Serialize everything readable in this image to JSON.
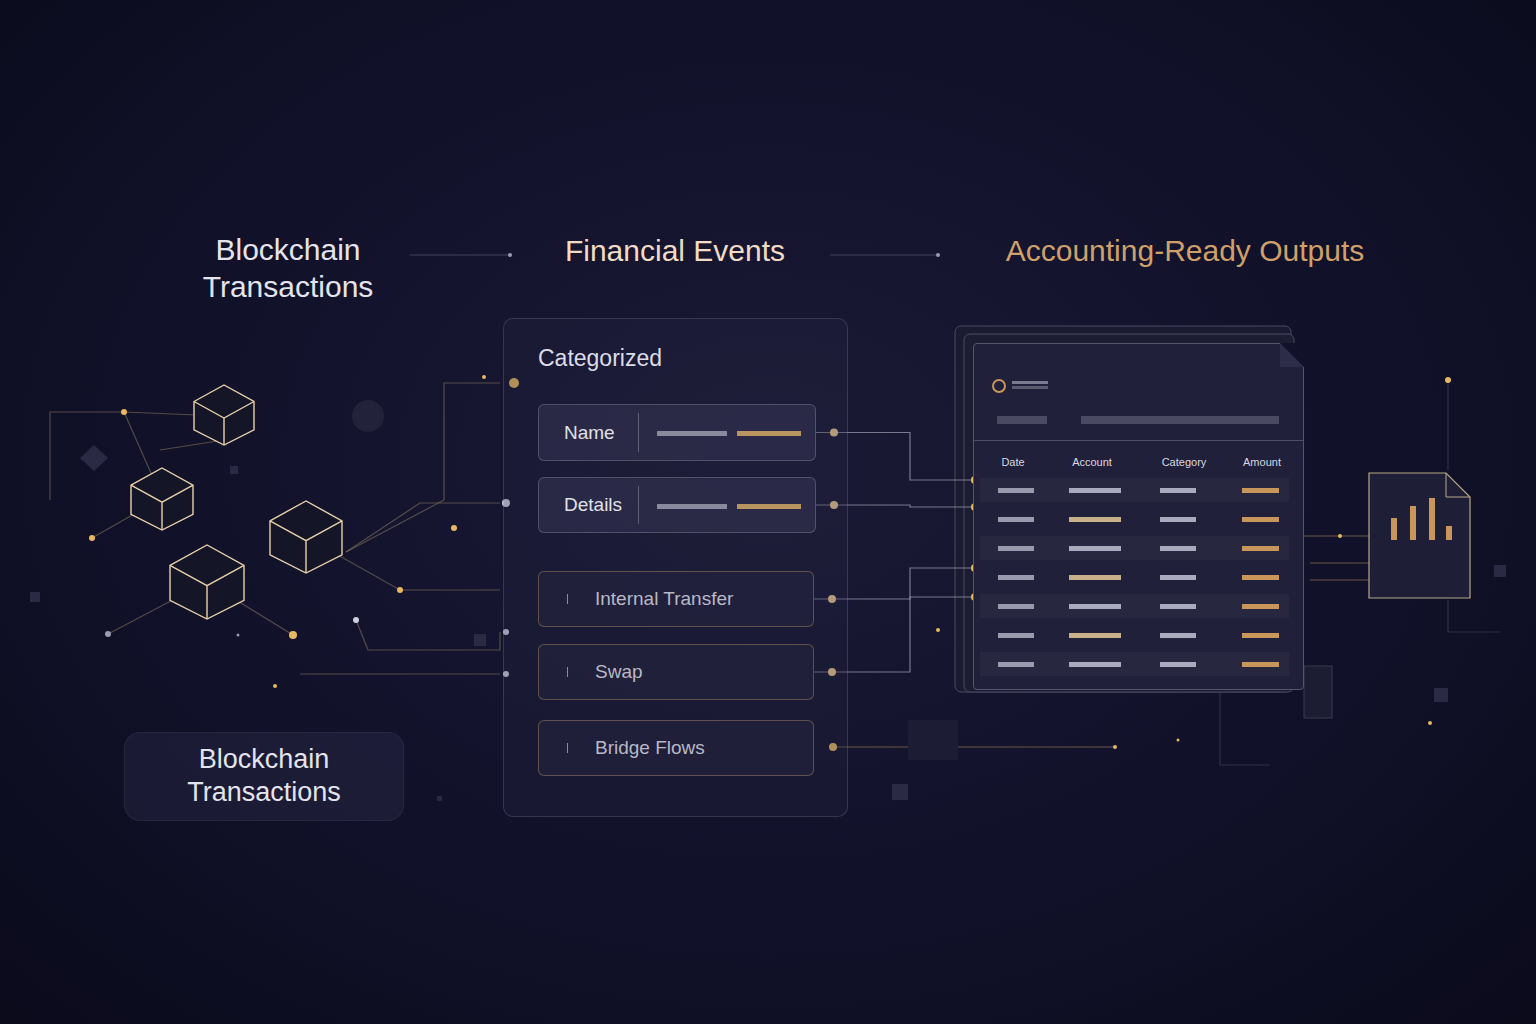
{
  "diagram": {
    "nodes": [
      {
        "text": [
          "Categorized"
        ]
      },
      {
        "text": [
          "Name"
        ],
        "in": 0
      },
      {
        "text": [
          "Details"
        ],
        "in": 0
      },
      {
        "text": [
          "Internal Transfer"
        ],
        "in": 0
      },
      {
        "text": [
          "Swap"
        ],
        "in": 0
      },
      {
        "text": [
          "Bridge Flows"
        ],
        "in": 0
      },
      {
        "text": [
          "Blockchain Transactions"
        ]
      },
      {
        "text": [
          "Date",
          "Account",
          "Category",
          "Amount"
        ]
      }
    ],
    "edges": [
      {
        "from": 1,
        "to": 7,
        "arrow": "none"
      },
      {
        "from": 2,
        "to": 7,
        "arrow": "none"
      },
      {
        "from": 3,
        "to": 7,
        "arrow": "none"
      },
      {
        "from": 4,
        "to": 7,
        "arrow": "none"
      }
    ],
    "labels": [
      "Blockchain Transactions",
      "Financial Events",
      "Accounting-Ready Outputs"
    ]
  }
}
